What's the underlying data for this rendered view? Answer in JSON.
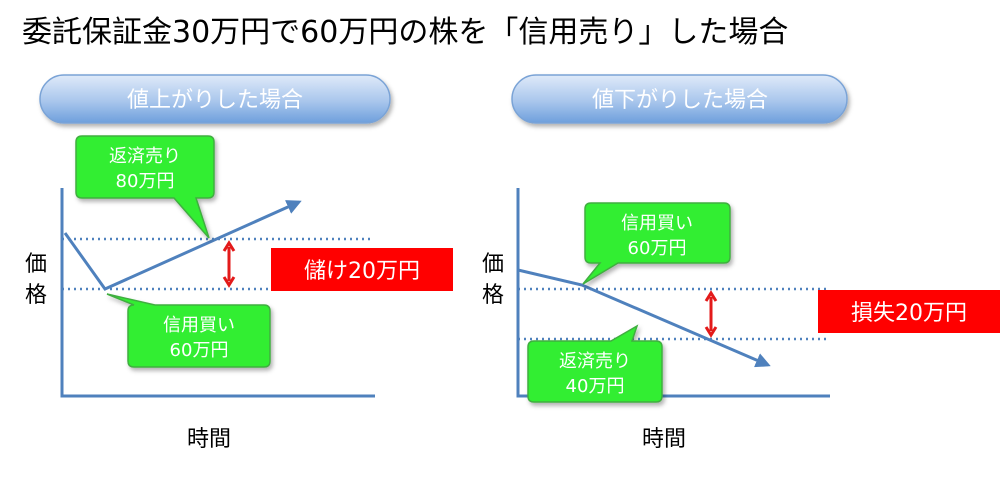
{
  "title": "委託保証金30万円で60万円の株を「信用売り」した場合",
  "colors": {
    "axis": "#4f81bd",
    "line": "#4f81bd",
    "dotted": "#4f81bd",
    "callout_fill": "#33ee33",
    "callout_stroke": "#3fae3f",
    "pill_top": "#d6e6f8",
    "pill_bottom": "#7ba7dd",
    "badge": "#ff0000",
    "arrow": "#e31a1a"
  },
  "panels": {
    "up": {
      "header": "値上がりした場合",
      "price_label": [
        "価",
        "格"
      ],
      "time_label": "時間",
      "buy": [
        "信用買い",
        "60万円"
      ],
      "sell": [
        "返済売り",
        "80万円"
      ],
      "result": "儲け20万円"
    },
    "down": {
      "header": "値下がりした場合",
      "price_label": [
        "価",
        "格"
      ],
      "time_label": "時間",
      "buy": [
        "信用買い",
        "60万円"
      ],
      "sell": [
        "返済売り",
        "40万円"
      ],
      "result": "損失20万円"
    }
  }
}
